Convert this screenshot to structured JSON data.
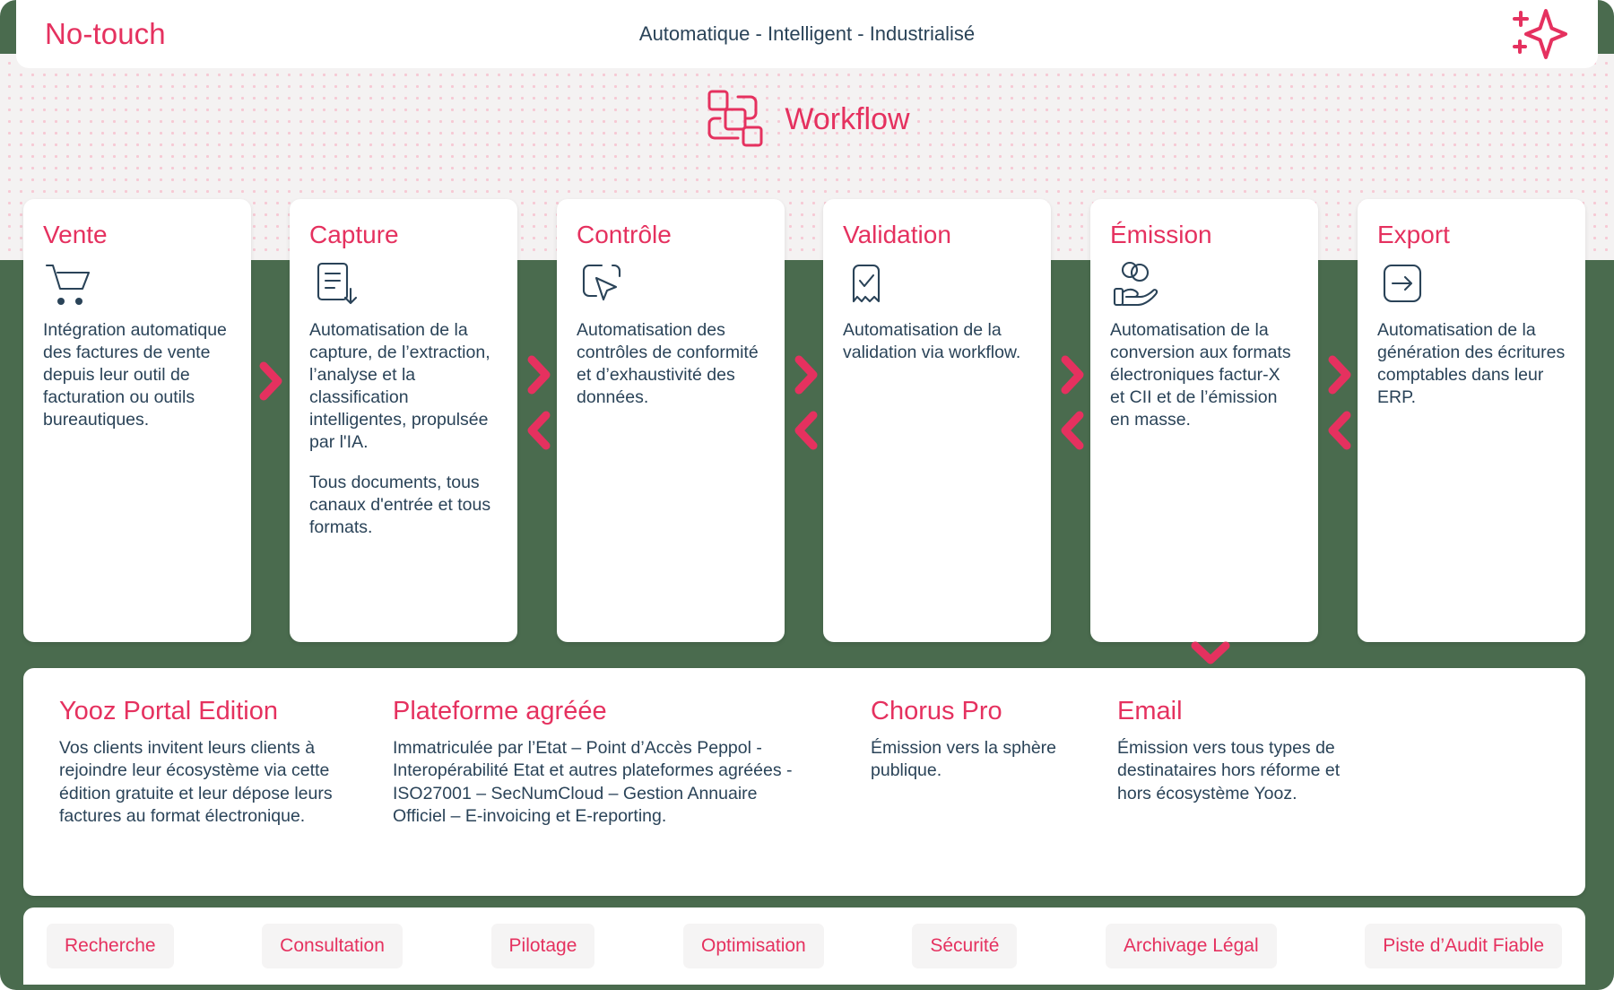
{
  "header": {
    "title": "No-touch",
    "subtitle": "Automatique - Intelligent - Industrialisé",
    "icon": "sparkle-ai-icon"
  },
  "workflow": {
    "label": "Workflow",
    "icon": "workflow-nodes-icon"
  },
  "steps": [
    {
      "title": "Vente",
      "icon": "shopping-cart-icon",
      "paragraphs": [
        "Intégration automatique des factures de vente depuis leur outil de facturation ou outils bureautiques."
      ]
    },
    {
      "title": "Capture",
      "icon": "document-download-icon",
      "paragraphs": [
        "Automatisation de la capture, de l’extraction, l’analyse et la classification intelligentes, propulsée par l'IA.",
        "Tous documents, tous canaux d'entrée et tous formats."
      ]
    },
    {
      "title": "Contrôle",
      "icon": "cursor-select-icon",
      "paragraphs": [
        "Automatisation des contrôles de conformité et d’exhaustivité des données."
      ]
    },
    {
      "title": "Validation",
      "icon": "receipt-check-icon",
      "paragraphs": [
        "Automatisation de la validation via workflow."
      ]
    },
    {
      "title": "Émission",
      "icon": "hand-coins-icon",
      "paragraphs": [
        "Automatisation de la conversion aux formats électroniques factur-X et CII et de l’émission en masse."
      ]
    },
    {
      "title": "Export",
      "icon": "arrow-right-box-icon",
      "paragraphs": [
        "Automatisation de la génération des écritures comptables dans leur ERP."
      ]
    }
  ],
  "channels": [
    {
      "title": "Yooz Portal Edition",
      "text": "Vos clients invitent leurs clients à rejoindre leur écosystème via cette édition gratuite et leur dépose leurs factures au format électronique."
    },
    {
      "title": "Plateforme agréée",
      "text": "Immatriculée par l’Etat – Point d’Accès Peppol - Interopérabilité Etat et autres plateformes agréées - ISO27001 – SecNumCloud – Gestion Annuaire Officiel – E-invoicing et E-reporting."
    },
    {
      "title": "Chorus Pro",
      "text": "Émission vers la sphère publique."
    },
    {
      "title": "Email",
      "text": "Émission vers tous types de destinataires hors réforme et hors écosystème Yooz."
    }
  ],
  "tags": [
    "Recherche",
    "Consultation",
    "Pilotage",
    "Optimisation",
    "Sécurité",
    "Archivage Légal",
    "Piste d’Audit Fiable"
  ],
  "colors": {
    "accent_pink": "#e5315f",
    "text_navy": "#2a4358",
    "background_green": "#4a6b4e",
    "card_white": "#ffffff",
    "dot_pattern": "#f6c9d4",
    "pill_grey": "#f5f4f4"
  }
}
